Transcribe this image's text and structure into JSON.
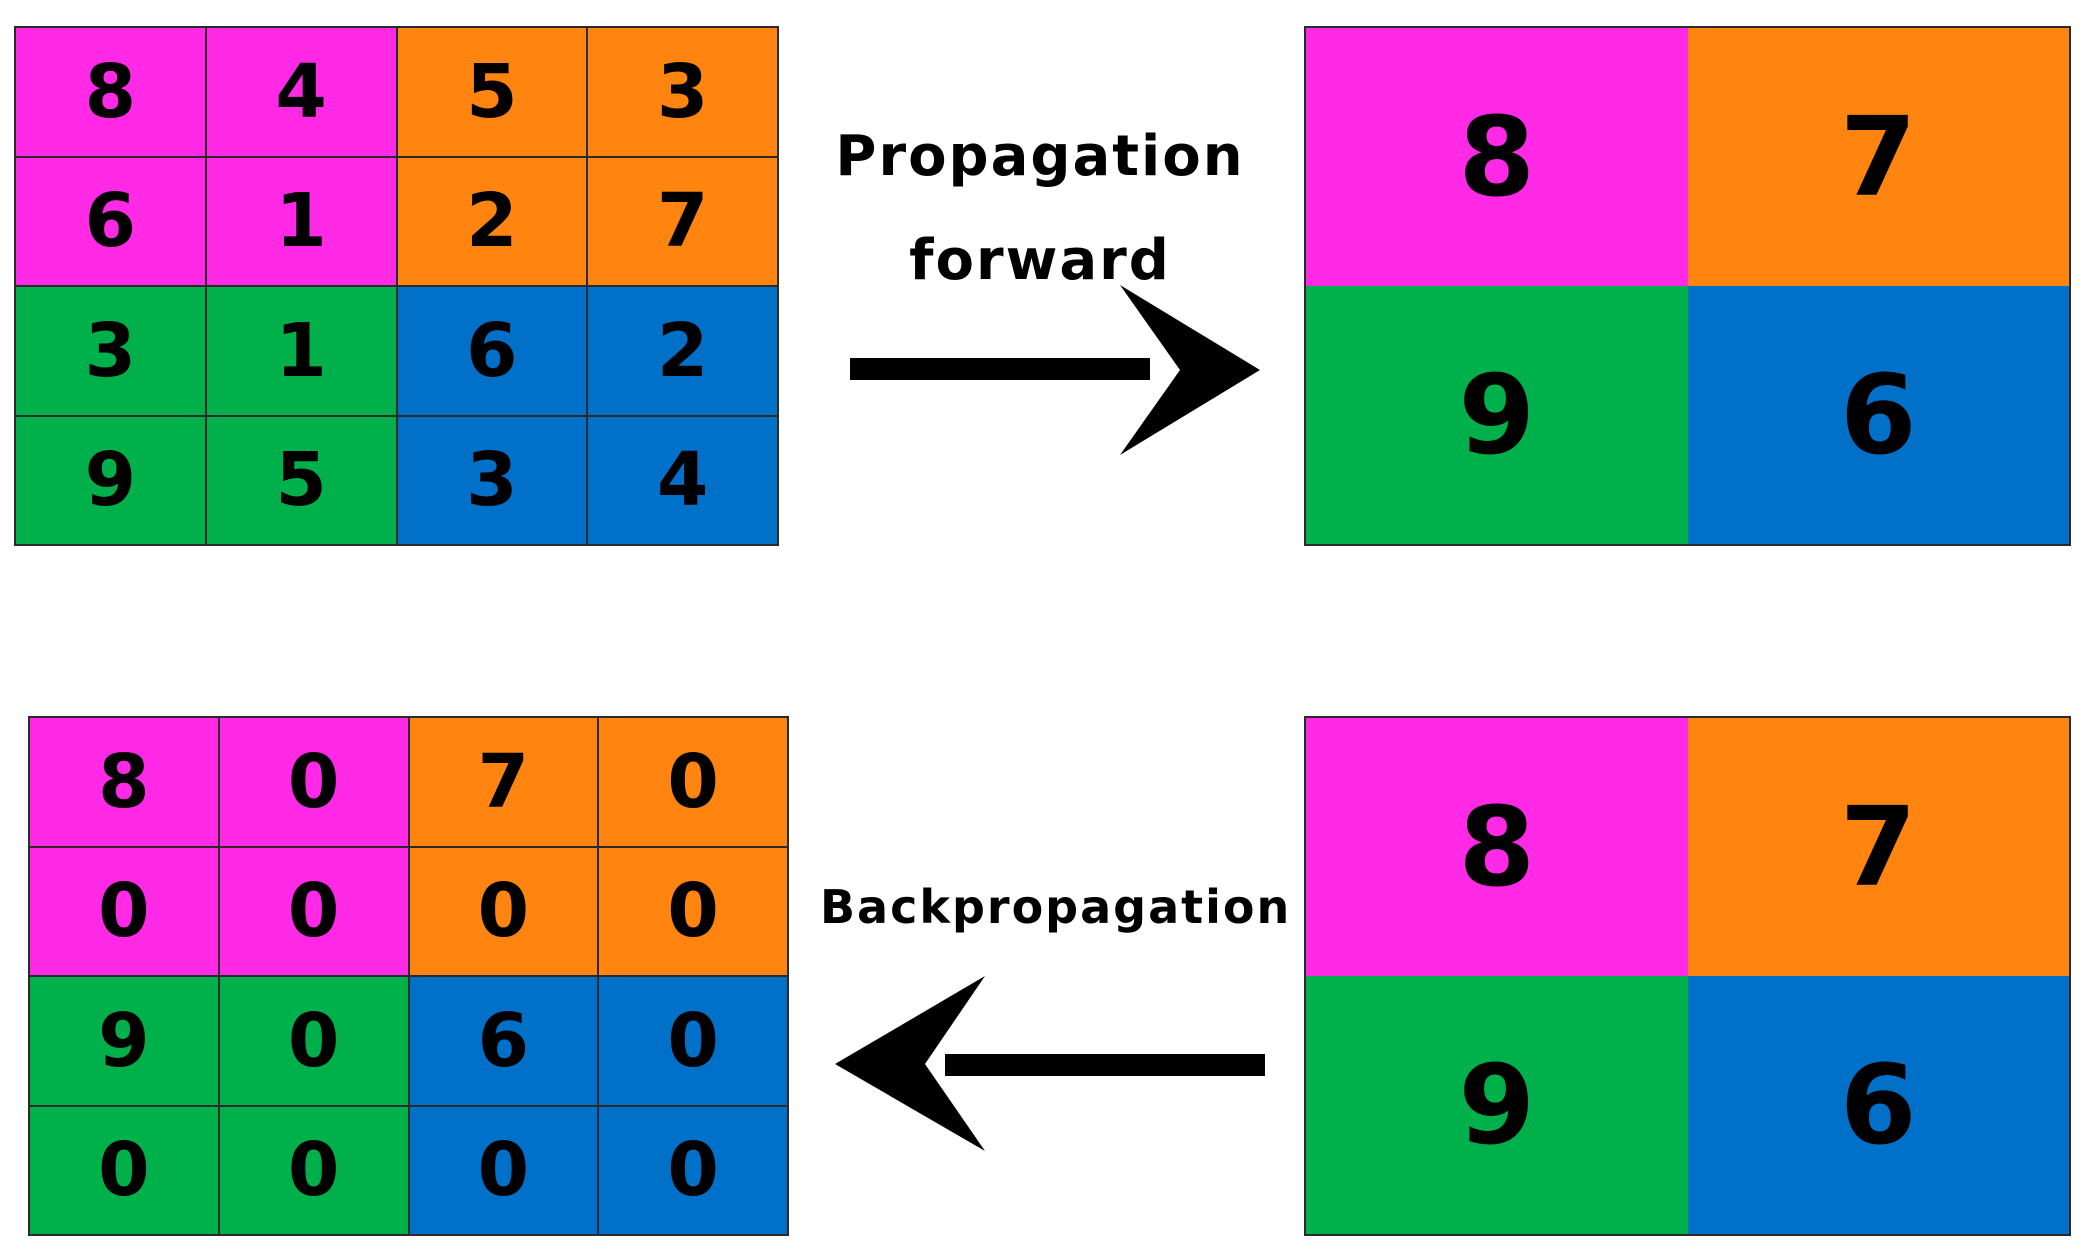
{
  "colors": {
    "magenta": "#ff29e6",
    "orange": "#ff8510",
    "green": "#00b04a",
    "blue": "#0070c8"
  },
  "forward": {
    "label_line1": "Propagation",
    "label_line2": "forward",
    "input": [
      [
        "8",
        "4",
        "5",
        "3"
      ],
      [
        "6",
        "1",
        "2",
        "7"
      ],
      [
        "3",
        "1",
        "6",
        "2"
      ],
      [
        "9",
        "5",
        "3",
        "4"
      ]
    ],
    "output": [
      [
        "8",
        "7"
      ],
      [
        "9",
        "6"
      ]
    ]
  },
  "backward": {
    "label": "Backpropagation",
    "input": [
      [
        "8",
        "7"
      ],
      [
        "9",
        "6"
      ]
    ],
    "output": [
      [
        "8",
        "0",
        "7",
        "0"
      ],
      [
        "0",
        "0",
        "0",
        "0"
      ],
      [
        "9",
        "0",
        "6",
        "0"
      ],
      [
        "0",
        "0",
        "0",
        "0"
      ]
    ]
  }
}
